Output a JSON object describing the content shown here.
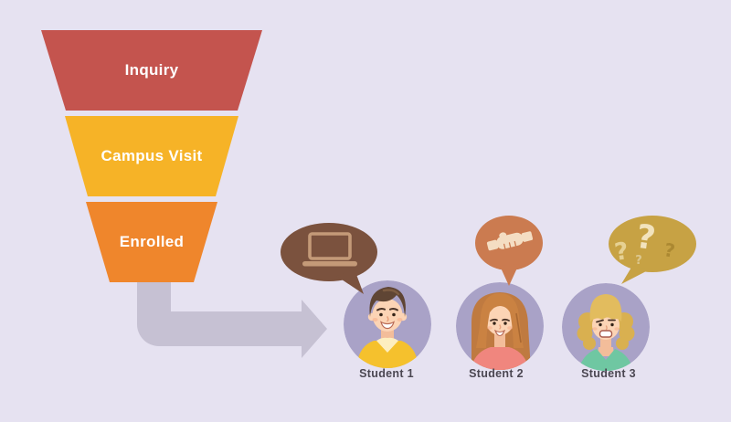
{
  "background_color": "#e6e2f1",
  "funnel": {
    "stages": [
      {
        "label": "Inquiry",
        "color": "#c4544e"
      },
      {
        "label": "Campus Visit",
        "color": "#f6b327"
      },
      {
        "label": "Enrolled",
        "color": "#ef862c"
      }
    ],
    "label_color": "#ffffff"
  },
  "arrow": {
    "color": "#c6c1d3"
  },
  "avatar_circle_color": "#a9a2c7",
  "student_label_color": "#4b4752",
  "students": [
    {
      "label": "Student 1",
      "avatar": "boy-brown-hair-yellow-sweater",
      "bubble": {
        "color": "#7b523e",
        "icon": "laptop-icon",
        "icon_color": "#c49a78"
      }
    },
    {
      "label": "Student 2",
      "avatar": "girl-long-auburn-hair-pink-top",
      "bubble": {
        "color": "#cb7b50",
        "icon": "handshake-icon",
        "icon_color": "#f4ddc2"
      }
    },
    {
      "label": "Student 3",
      "avatar": "girl-blonde-bob-teal-top",
      "bubble": {
        "color": "#c7a244",
        "icon": "question-marks-icon",
        "question_marks": [
          "?",
          "?",
          "?",
          "?"
        ],
        "question_mark_colors": [
          "#f2e3bd",
          "#e6d193",
          "#ab8831",
          "#dcc78e"
        ]
      }
    }
  ]
}
